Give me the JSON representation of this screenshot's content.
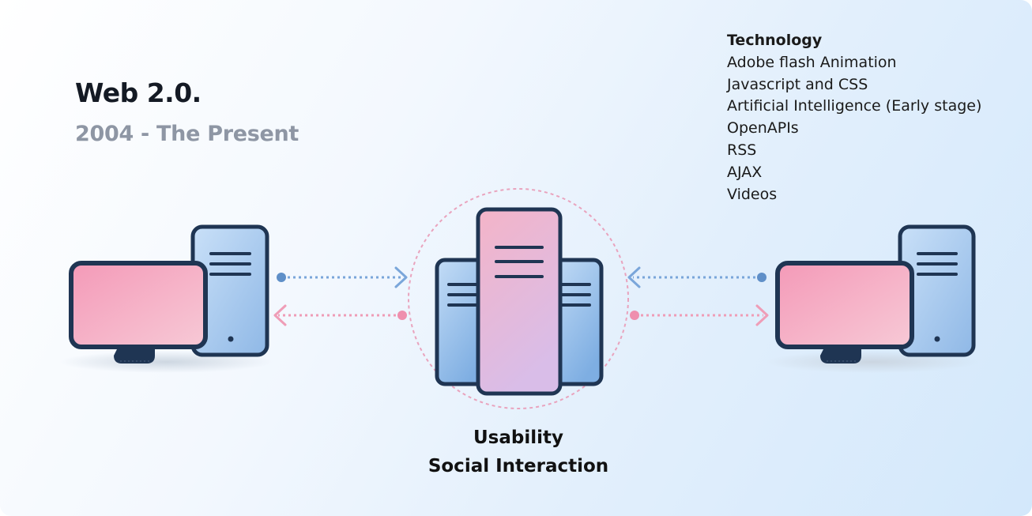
{
  "header": {
    "title": "Web 2.0.",
    "subtitle": "2004 - The Present"
  },
  "technology": {
    "heading": "Technology",
    "items": [
      "Adobe flash Animation",
      "Javascript and CSS",
      "Artificial Intelligence (Early stage)",
      "OpenAPIs",
      "RSS",
      "AJAX",
      "Videos"
    ]
  },
  "center_caption": {
    "line1": "Usability",
    "line2": "Social Interaction"
  },
  "colors": {
    "outline": "#1f3553",
    "screen_pink": "#f3a7bf",
    "tower_blue": "#b5d3f4",
    "server_pink": "#ecb8d6",
    "blue_arrow": "#6f9fd6",
    "pink_arrow": "#ee8fae"
  },
  "icons": [
    "client-computer-icon",
    "server-icon",
    "arrow-right-icon",
    "arrow-left-icon"
  ]
}
